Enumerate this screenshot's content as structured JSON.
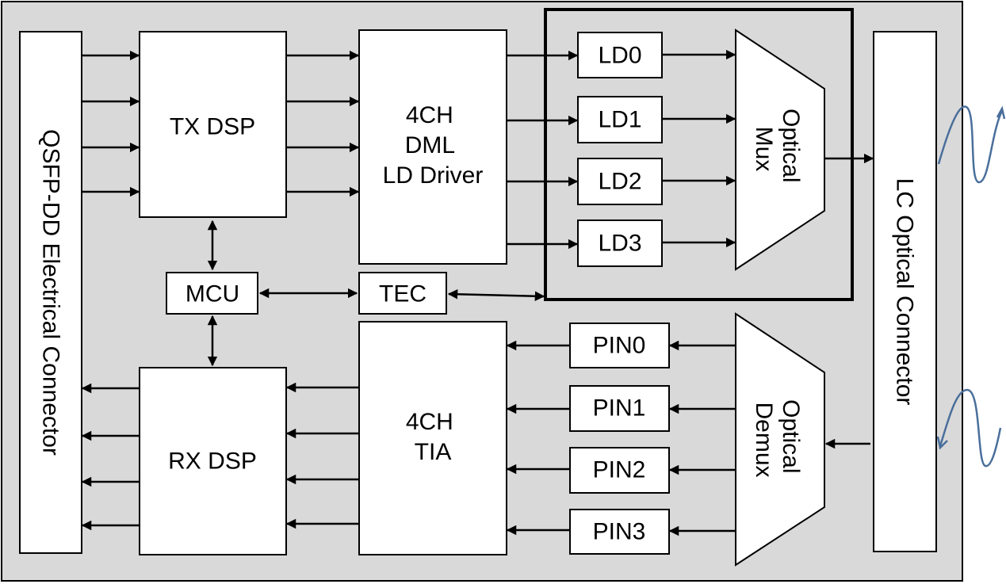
{
  "colors": {
    "background": "#d9d9d9",
    "box_fill": "#ffffff",
    "stroke": "#000000",
    "wave": "#4a6f9b"
  },
  "labels": {
    "qsfp_connector": "QSFP-DD Electrical Connector",
    "tx_dsp": "TX DSP",
    "rx_dsp": "RX DSP",
    "mcu": "MCU",
    "tec": "TEC",
    "ld_driver": [
      "4CH",
      "DML",
      "LD Driver"
    ],
    "tia": [
      "4CH",
      "TIA"
    ],
    "ld": [
      "LD0",
      "LD1",
      "LD2",
      "LD3"
    ],
    "pin": [
      "PIN0",
      "PIN1",
      "PIN2",
      "PIN3"
    ],
    "optical_mux": [
      "Optical",
      "Mux"
    ],
    "optical_demux": [
      "Optical",
      "Demux"
    ],
    "lc_connector": "LC Optical Connector"
  }
}
